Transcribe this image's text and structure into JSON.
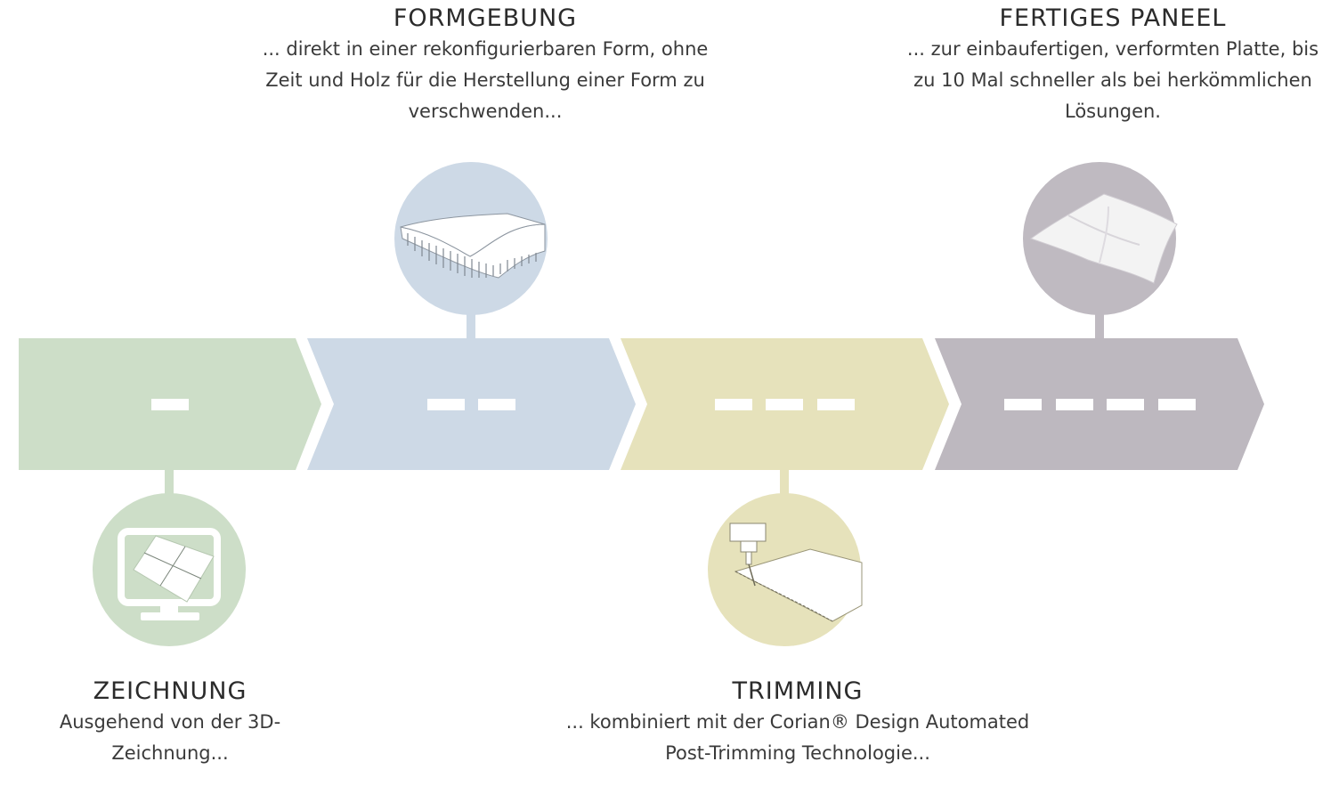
{
  "colors": {
    "step1": "#cddec8",
    "step2": "#cdd9e6",
    "step3": "#e6e2bb",
    "step4": "#bdb8bf",
    "step4_circle": "#bfbac1",
    "dash": "#ffffff"
  },
  "steps": [
    {
      "id": "zeichnung",
      "number": 1,
      "title": "ZEICHNUNG",
      "description": "Ausgehend von der 3D-Zeichnung...",
      "icon": "monitor-drawing-icon",
      "circle_position": "below"
    },
    {
      "id": "formgebung",
      "number": 2,
      "title": "FORMGEBUNG",
      "description": "... direkt in einer rekonfigurierbaren Form, ohne Zeit und Holz für die Herstellung einer Form zu verschwenden...",
      "icon": "reconfigurable-mold-icon",
      "circle_position": "above"
    },
    {
      "id": "trimming",
      "number": 3,
      "title": "TRIMMING",
      "description": "... kombiniert mit der Corian® Design Automated Post-Trimming Technologie...",
      "icon": "trimming-tool-icon",
      "circle_position": "below"
    },
    {
      "id": "fertiges-paneel",
      "number": 4,
      "title": "FERTIGES PANEEL",
      "description": "... zur einbaufertigen, verformten Platte, bis zu 10 Mal schneller als bei herkömmlichen Lösungen.",
      "icon": "finished-panel-icon",
      "circle_position": "above"
    }
  ]
}
